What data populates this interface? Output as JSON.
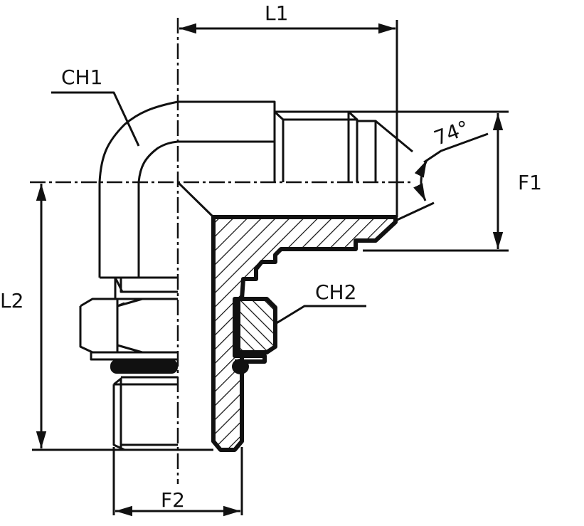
{
  "title": "90° elbow fitting with adjustable stud end",
  "labels": {
    "l1": "L1",
    "l2": "L2",
    "f1": "F1",
    "f2": "F2",
    "ch1": "CH1",
    "ch2": "CH2",
    "angle": "74°"
  },
  "colors": {
    "line": "#111111",
    "background": "#ffffff"
  }
}
